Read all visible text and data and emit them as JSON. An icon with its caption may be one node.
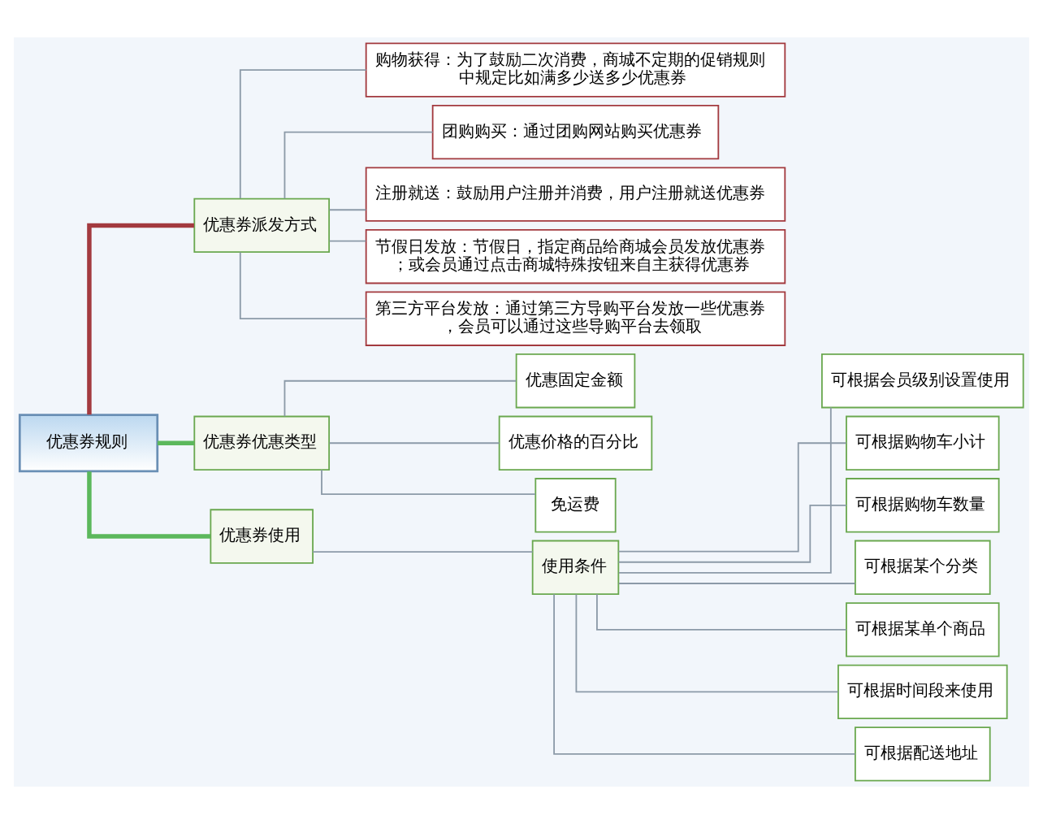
{
  "diagram": {
    "nodes": [
      {
        "text": [
          "优惠券规则"
        ]
      },
      {
        "text": [
          "优惠券派发方式"
        ]
      },
      {
        "text": [
          "购物获得：为了鼓励二次消费，商城不定期的促销规则中规定比如满多少送多少优惠券"
        ]
      },
      {
        "text": [
          "团购购买：通过团购网站购买优惠券"
        ]
      },
      {
        "text": [
          "注册就送：鼓励用户注册并消费，用户注册就送优惠券"
        ]
      },
      {
        "text": [
          "节假日发放：节假日，指定商品给商城会员发放优惠券；或会员通过点击商城特殊按钮来自主获得优惠券"
        ]
      },
      {
        "text": [
          "第三方平台发放：通过第三方导购平台发放一些优惠券，会员可以通过这些导购平台去领取"
        ]
      },
      {
        "text": [
          "优惠券优惠类型"
        ]
      },
      {
        "text": [
          "优惠固定金额"
        ]
      },
      {
        "text": [
          "优惠价格的百分比"
        ]
      },
      {
        "text": [
          "免运费"
        ]
      },
      {
        "text": [
          "优惠券使用"
        ]
      },
      {
        "text": [
          "使用条件"
        ]
      },
      {
        "text": [
          "可根据会员级别设置使用"
        ]
      },
      {
        "text": [
          "可根据购物车小计"
        ]
      },
      {
        "text": [
          "可根据购物车数量"
        ]
      },
      {
        "text": [
          "可根据某个分类"
        ]
      },
      {
        "text": [
          "可根据某单个商品"
        ]
      },
      {
        "text": [
          "可根据时间段来使用"
        ]
      },
      {
        "text": [
          "可根据配送地址"
        ]
      }
    ],
    "edges": [
      {
        "from": 0,
        "to": 1,
        "arrow": "none",
        "style": "thick",
        "color": "#a33a3f"
      },
      {
        "from": 1,
        "to": 2,
        "arrow": "none"
      },
      {
        "from": 1,
        "to": 3,
        "arrow": "none"
      },
      {
        "from": 1,
        "to": 4,
        "arrow": "none"
      },
      {
        "from": 1,
        "to": 5,
        "arrow": "none"
      },
      {
        "from": 1,
        "to": 6,
        "arrow": "none"
      },
      {
        "from": 0,
        "to": 7,
        "arrow": "none",
        "style": "thick",
        "color": "#5cb85c"
      },
      {
        "from": 7,
        "to": 8,
        "arrow": "none"
      },
      {
        "from": 7,
        "to": 9,
        "arrow": "none"
      },
      {
        "from": 7,
        "to": 10,
        "arrow": "none"
      },
      {
        "from": 0,
        "to": 11,
        "arrow": "none",
        "style": "thick",
        "color": "#5cb85c"
      },
      {
        "from": 11,
        "to": 12,
        "arrow": "none"
      },
      {
        "from": 12,
        "to": 13,
        "arrow": "none"
      },
      {
        "from": 12,
        "to": 14,
        "arrow": "none"
      },
      {
        "from": 12,
        "to": 15,
        "arrow": "none"
      },
      {
        "from": 12,
        "to": 16,
        "arrow": "none"
      },
      {
        "from": 12,
        "to": 17,
        "arrow": "none"
      },
      {
        "from": 12,
        "to": 18,
        "arrow": "none"
      },
      {
        "from": 12,
        "to": 19,
        "arrow": "none"
      }
    ]
  }
}
